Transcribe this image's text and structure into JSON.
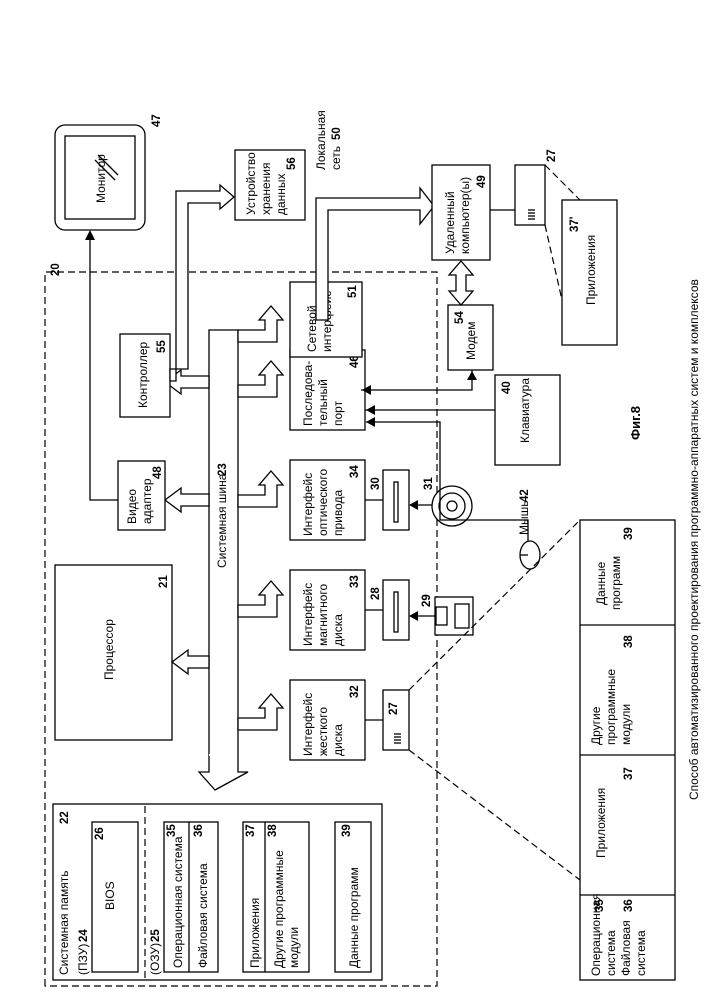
{
  "figure": {
    "caption": "Способ автоматизированного проектирования программно-аппаратных систем и комплексов",
    "label": "Фиг.8"
  },
  "computer": {
    "number": "20",
    "system_bus": {
      "label": "Системная шина",
      "number": "23"
    },
    "system_memory": {
      "title": "Системная память",
      "number": "22",
      "rom": {
        "label": "(ПЗУ)",
        "number": "24"
      },
      "bios": {
        "label": "BIOS",
        "number": "26"
      },
      "ram": {
        "label": "(ОЗУ)",
        "number": "25"
      },
      "os": {
        "label": "Операционная система",
        "number": "35"
      },
      "fs": {
        "label": "Файловая система",
        "number": "36"
      },
      "apps": {
        "label": "Приложения",
        "number": "37"
      },
      "modules": {
        "line1": "Другие программные",
        "line2": "модули",
        "number": "38"
      },
      "data": {
        "label": "Данные программ",
        "number": "39"
      }
    },
    "processor": {
      "label": "Процессор",
      "number": "21"
    },
    "video_adapter": {
      "line1": "Видео",
      "line2": "адаптер",
      "number": "48"
    },
    "controller": {
      "label": "Контроллер",
      "number": "55"
    },
    "hdd_interface": {
      "line1": "Интерфейс",
      "line2": "жесткого",
      "line3": "диска",
      "number": "32"
    },
    "fdd_interface": {
      "line1": "Интерфейс",
      "line2": "магнитного",
      "line3": "диска",
      "number": "33"
    },
    "optical_interface": {
      "line1": "Интерфейс",
      "line2": "оптического",
      "line3": "привода",
      "number": "34"
    },
    "serial_port": {
      "line1": "Последова-",
      "line2": "тельный",
      "line3": "порт",
      "number": "46"
    },
    "network_interface": {
      "line1": "Сетевой",
      "line2": "интерфейс",
      "number": "51"
    }
  },
  "devices": {
    "hdd": {
      "number": "27"
    },
    "floppy_drive": {
      "number": "28"
    },
    "floppy_disk": {
      "number": "29"
    },
    "optical_drive": {
      "number": "30"
    },
    "optical_disc": {
      "number": "31"
    },
    "monitor": {
      "label": "Монитор",
      "number": "47"
    },
    "storage": {
      "line1": "Устройство",
      "line2": "хранения",
      "line3": "данных",
      "number": "56"
    },
    "lan": {
      "line1": "Локальная",
      "line2": "сеть",
      "number": "50"
    },
    "remote": {
      "line1": "Удаленный",
      "line2": "компьютер(ы)",
      "number": "49"
    },
    "remote_hdd": {
      "number": "27"
    },
    "remote_apps": {
      "label": "Приложения",
      "number": "37'"
    },
    "modem": {
      "label": "Модем",
      "number": "54"
    },
    "keyboard": {
      "label": "Клавиатура",
      "number": "40"
    },
    "mouse": {
      "label": "Мышь",
      "number": "42"
    }
  },
  "hdd_contents": {
    "os": {
      "line1": "Операционная",
      "line2": "система",
      "number": "35"
    },
    "fs": {
      "line1": "Файловая",
      "line2": "система",
      "number": "36"
    },
    "apps": {
      "label": "Приложения",
      "number": "37"
    },
    "modules": {
      "line1": "Другие",
      "line2": "программные",
      "line3": "модули",
      "number": "38"
    },
    "data": {
      "line1": "Данные",
      "line2": "программ",
      "number": "39"
    }
  }
}
